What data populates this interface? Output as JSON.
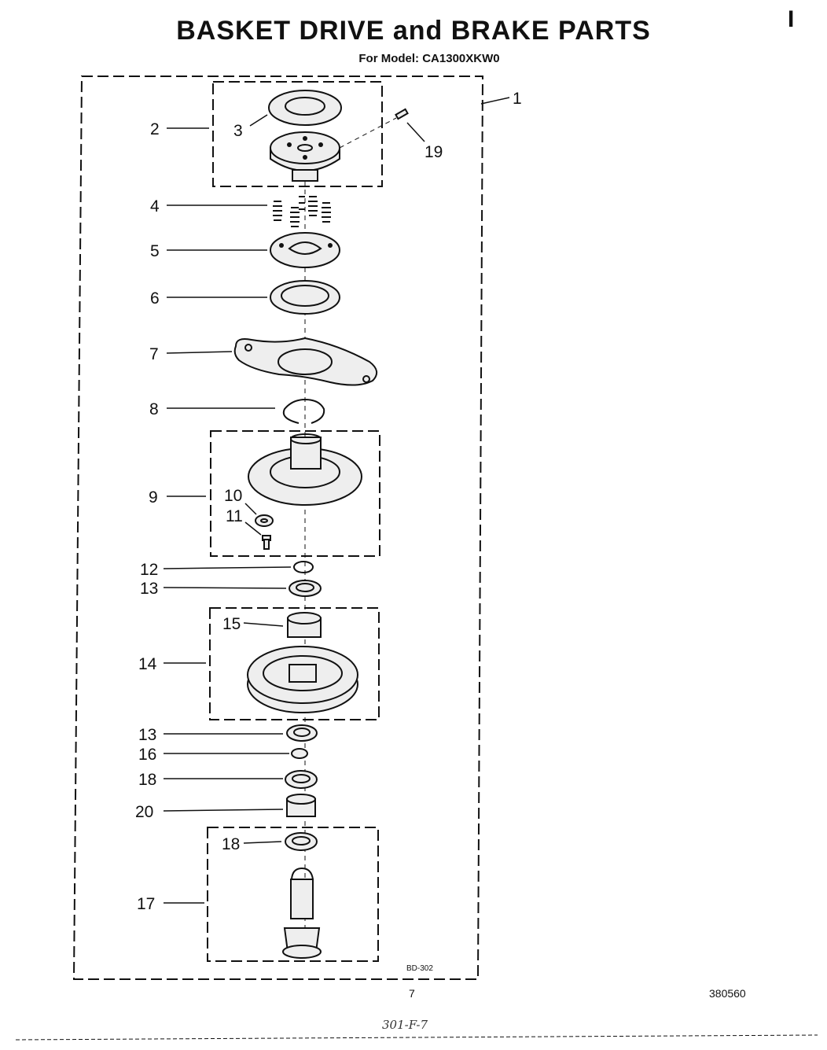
{
  "header": {
    "title": "BASKET DRIVE and BRAKE PARTS",
    "subtitle": "For Model: CA1300XKW0",
    "corner_mark": "I"
  },
  "callouts": {
    "c1": "1",
    "c2": "2",
    "c3": "3",
    "c4": "4",
    "c5": "5",
    "c6": "6",
    "c7": "7",
    "c8": "8",
    "c9": "9",
    "c10": "10",
    "c11": "11",
    "c12": "12",
    "c13a": "13",
    "c13b": "13",
    "c14": "14",
    "c15": "15",
    "c16": "16",
    "c17": "17",
    "c18a": "18",
    "c18b": "18",
    "c19": "19",
    "c20": "20"
  },
  "footer": {
    "drawing_code": "BD-302",
    "page_number": "7",
    "doc_number": "380560",
    "handwritten": "301-F-7"
  }
}
